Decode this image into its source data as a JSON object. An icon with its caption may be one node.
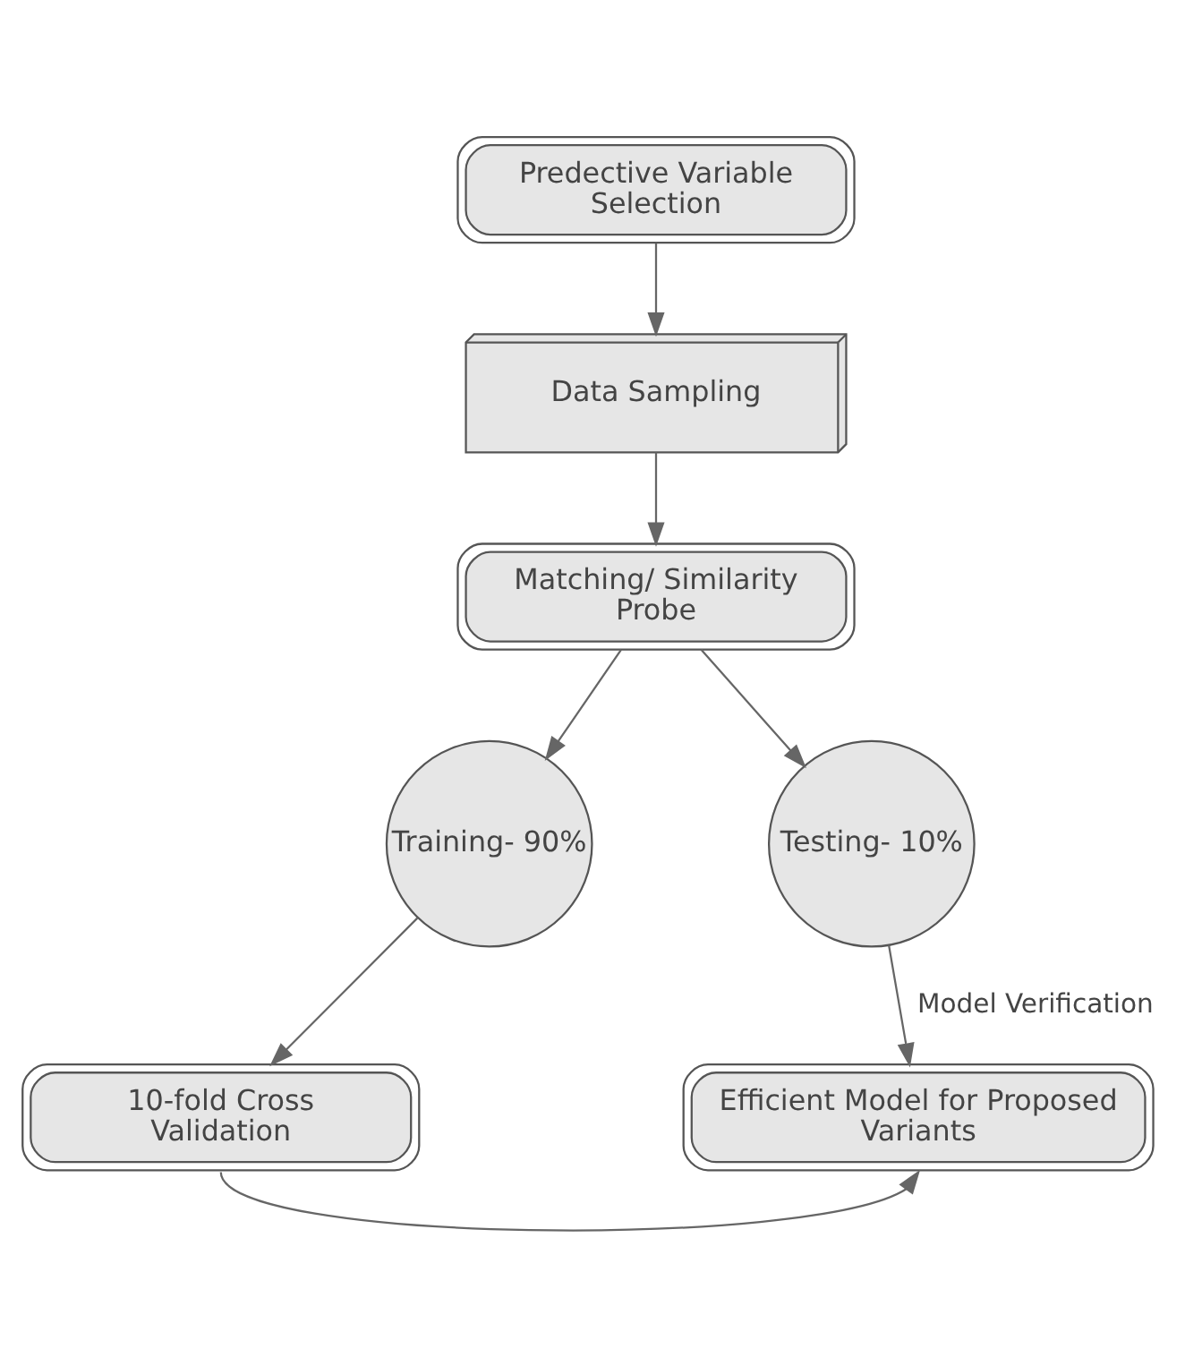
{
  "diagram": {
    "nodes": [
      {
        "text": [
          "Predective Variable Selection"
        ]
      },
      {
        "text": [
          "Data Sampling"
        ]
      },
      {
        "text": [
          "Matching/ Similarity Probe"
        ]
      },
      {
        "text": [
          "Training- 90%"
        ]
      },
      {
        "text": [
          "Testing- 10%"
        ]
      },
      {
        "text": [
          "10-fold Cross Validation"
        ]
      },
      {
        "text": [
          "Efficient Model for Proposed Variants"
        ]
      }
    ],
    "edges": [
      {
        "from": 0,
        "to": 1,
        "arrow": "to"
      },
      {
        "from": 1,
        "to": 2,
        "arrow": "to"
      },
      {
        "from": 2,
        "to": 3,
        "arrow": "to"
      },
      {
        "from": 2,
        "to": 4,
        "arrow": "to"
      },
      {
        "from": 3,
        "to": 5,
        "arrow": "to"
      },
      {
        "from": 4,
        "to": 6,
        "arrow": "to",
        "label": "Model Verification"
      },
      {
        "from": 5,
        "to": 6,
        "arrow": "to"
      }
    ]
  }
}
